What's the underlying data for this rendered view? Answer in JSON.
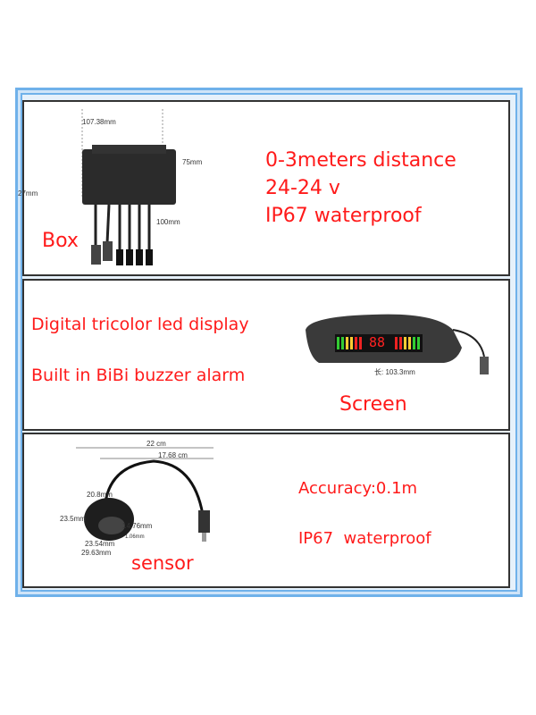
{
  "box_section": {
    "label": "Box",
    "specs": [
      "0-3meters distance",
      "24-24 v",
      "IP67 waterproof"
    ],
    "dimensions": {
      "width": "107.38mm",
      "height": "75mm",
      "depth": "27mm",
      "cable": "100mm"
    }
  },
  "screen_section": {
    "label": "Screen",
    "features": [
      "Digital tricolor led display",
      "Built in BiBi buzzer alarm"
    ],
    "display_digits": "88",
    "dimensions": {
      "length": "长: 103.3mm"
    }
  },
  "sensor_section": {
    "label": "sensor",
    "specs": [
      "Accuracy:0.1m",
      "IP67  waterproof"
    ],
    "dimensions": {
      "total": "22 cm",
      "cable": "17.68 cm",
      "top": "20.8mm",
      "height": "23.5mm",
      "depth": "14.76mm",
      "inner": "23.54mm",
      "outer": "29.63mm",
      "lip": "1.06mm"
    }
  },
  "colors": {
    "text_accent": "#ff1a1a",
    "frame": "#6fb1ea"
  }
}
